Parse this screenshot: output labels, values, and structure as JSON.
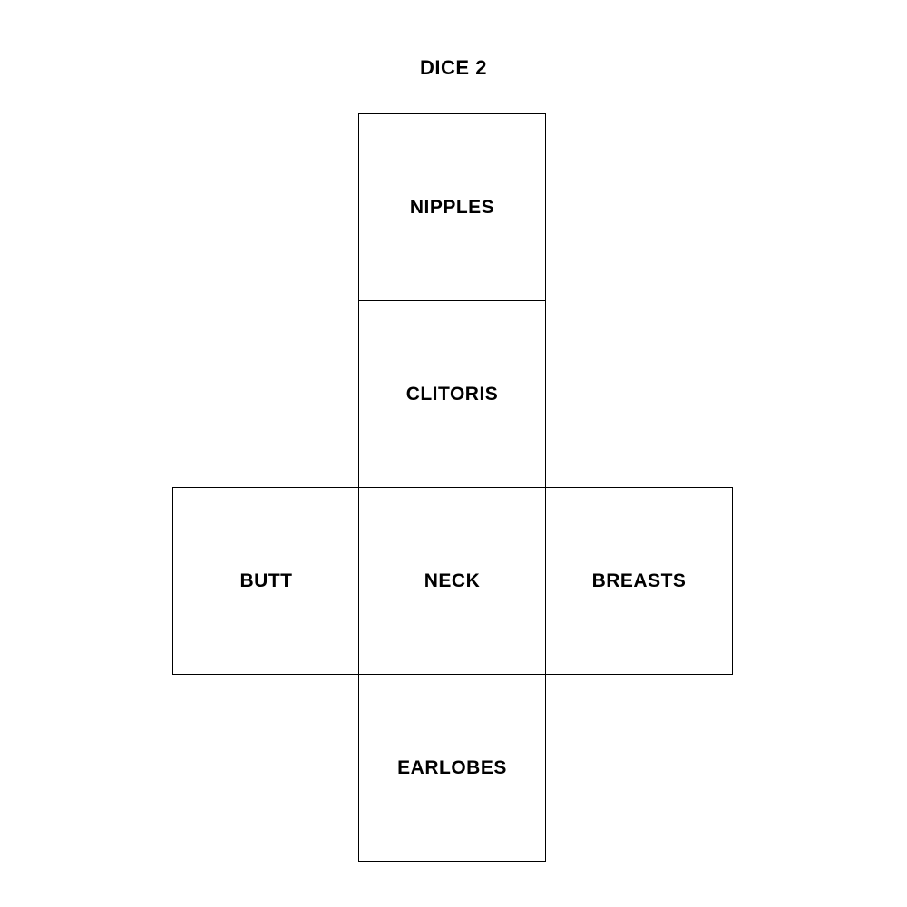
{
  "title": "DICE 2",
  "faces": {
    "top": "NIPPLES",
    "upper": "CLITORIS",
    "left": "BUTT",
    "center": "NECK",
    "right": "BREASTS",
    "bottom": "EARLOBES"
  }
}
